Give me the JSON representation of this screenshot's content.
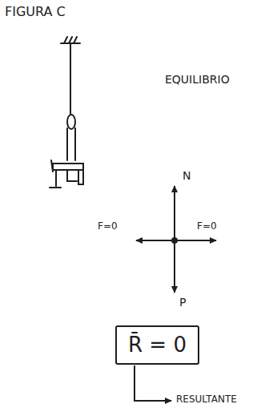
{
  "diagram": {
    "nodes": [
      {
        "text": [
          "R̄ = 0"
        ]
      }
    ],
    "labels": [
      "FIGURA C",
      "EQUILIBRIO",
      "N",
      "F=0",
      "F=0",
      "P",
      "RESULTANTE"
    ]
  }
}
